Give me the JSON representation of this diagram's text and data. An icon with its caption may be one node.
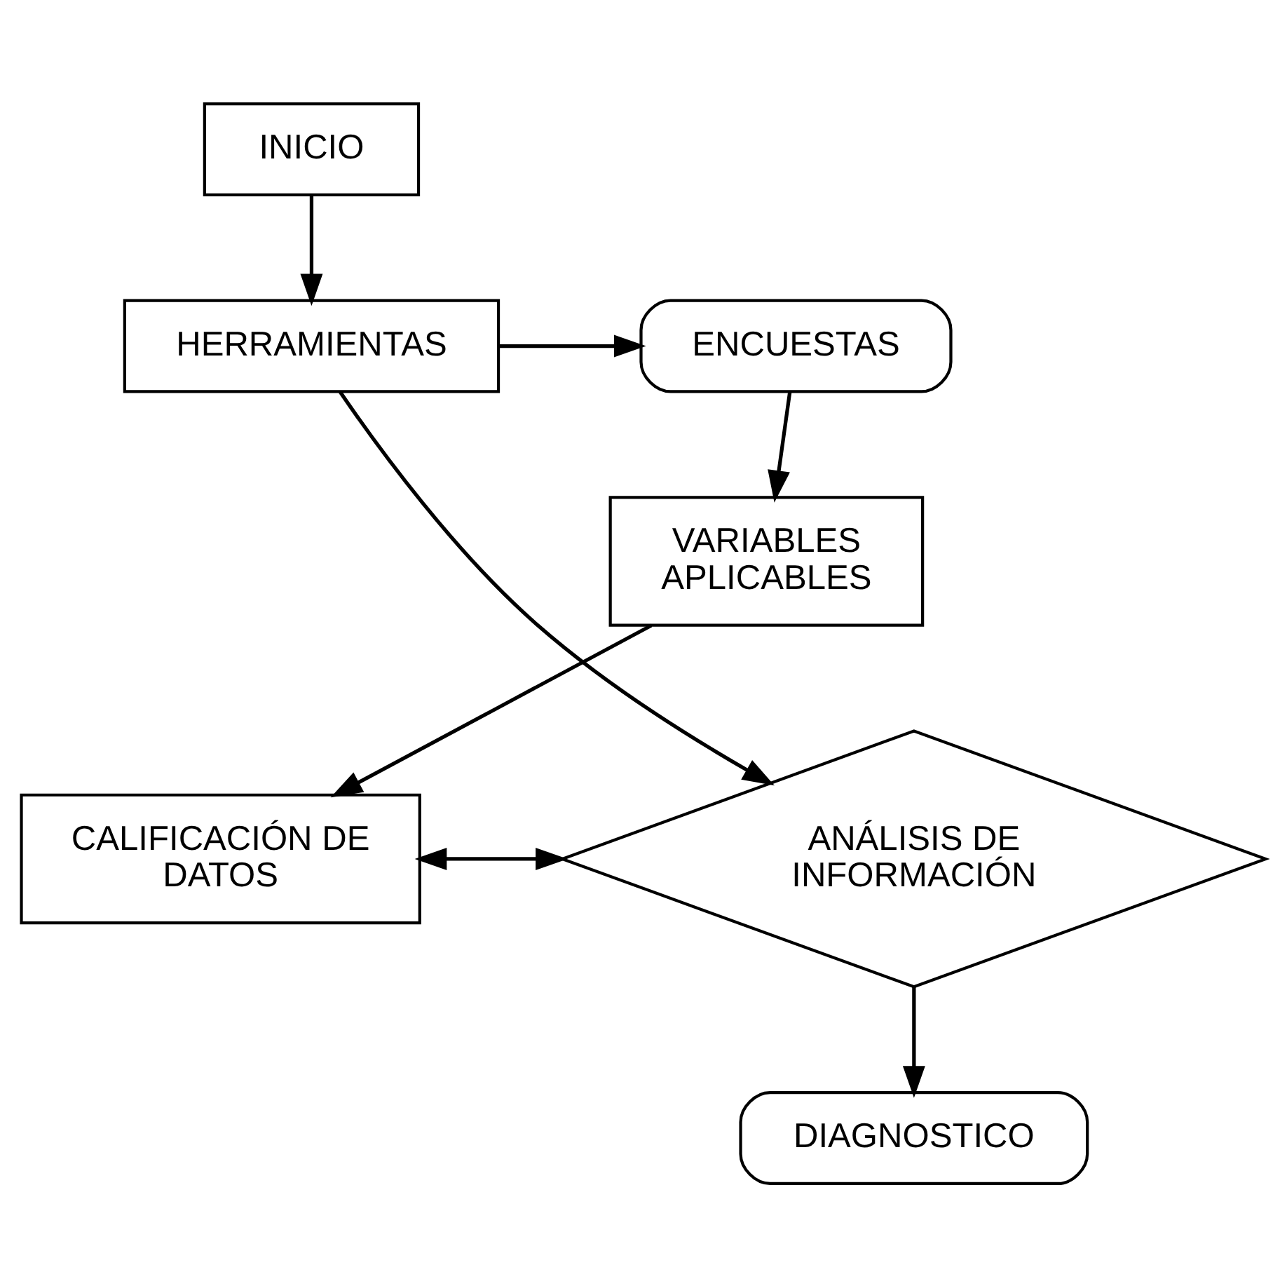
{
  "diagram": {
    "nodes": [
      {
        "text": [
          "INICIO"
        ]
      },
      {
        "text": [
          "HERRAMIENTAS"
        ]
      },
      {
        "text": [
          "ENCUESTAS"
        ]
      },
      {
        "text": [
          "VARIABLES APLICABLES"
        ]
      },
      {
        "text": [
          "CALIFICACIÓN DE DATOS"
        ]
      },
      {
        "text": [
          "ANÁLISIS DE INFORMACIÓN"
        ]
      },
      {
        "text": [
          "DIAGNOSTICO"
        ]
      }
    ],
    "edges": [
      {
        "from": 0,
        "to": 1,
        "arrow": "to"
      },
      {
        "from": 1,
        "to": 2,
        "arrow": "to"
      },
      {
        "from": 2,
        "to": 3,
        "arrow": "to"
      },
      {
        "from": 3,
        "to": 4,
        "arrow": "to"
      },
      {
        "from": 1,
        "to": 5,
        "arrow": "to"
      },
      {
        "from": 4,
        "to": 5,
        "arrow": "both"
      },
      {
        "from": 5,
        "to": 6,
        "arrow": "to"
      }
    ]
  }
}
